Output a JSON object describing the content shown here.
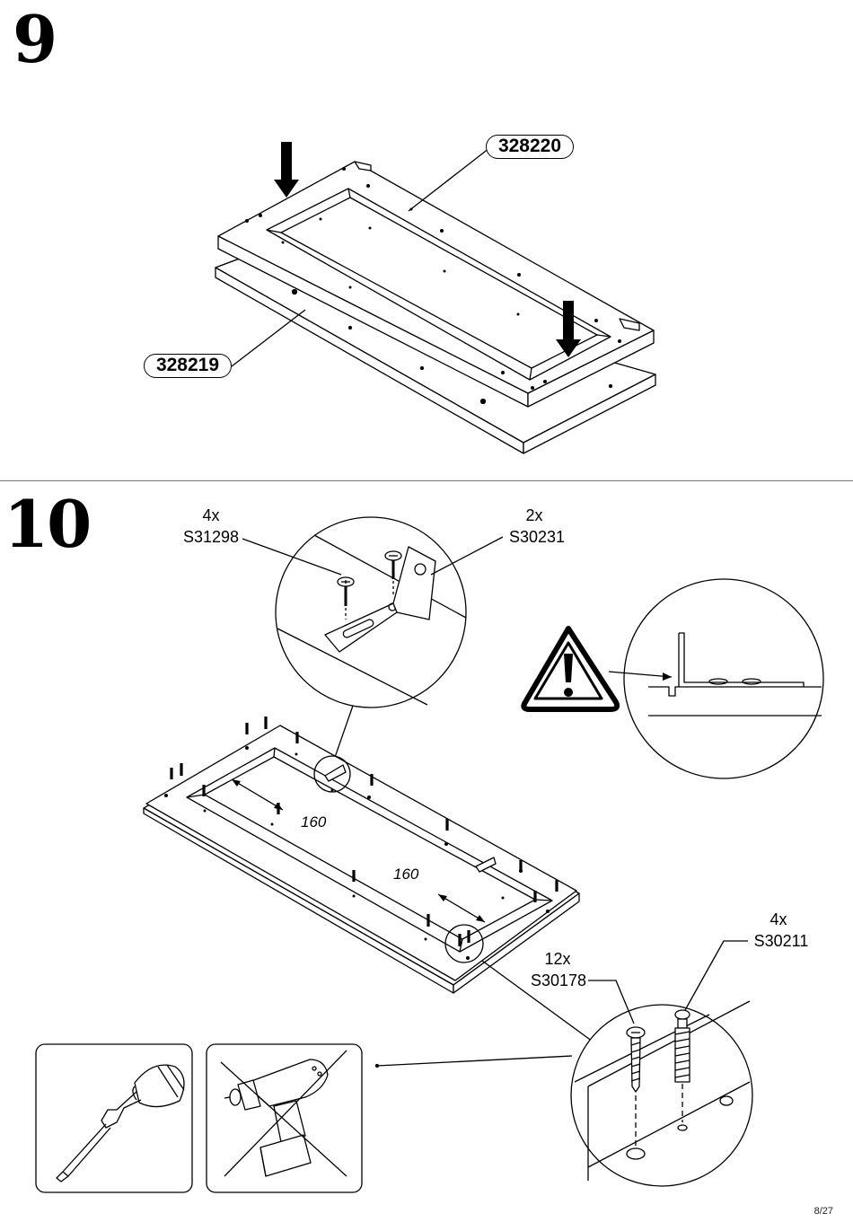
{
  "steps": {
    "step9": {
      "number": "9",
      "part_top": "328220",
      "part_bottom": "328219"
    },
    "step10": {
      "number": "10",
      "screw_a_qty": "4x",
      "screw_a_code": "S31298",
      "bracket_qty": "2x",
      "bracket_code": "S30231",
      "screw_b_qty": "12x",
      "screw_b_code": "S30178",
      "dowel_qty": "4x",
      "dowel_code": "S30211",
      "dim_1": "160",
      "dim_2": "160"
    }
  },
  "tools": {
    "allowed": "screwdriver-icon",
    "forbidden": "power-drill-icon"
  },
  "warning_icon": "warning-icon",
  "footer": {
    "page": "8/27"
  }
}
